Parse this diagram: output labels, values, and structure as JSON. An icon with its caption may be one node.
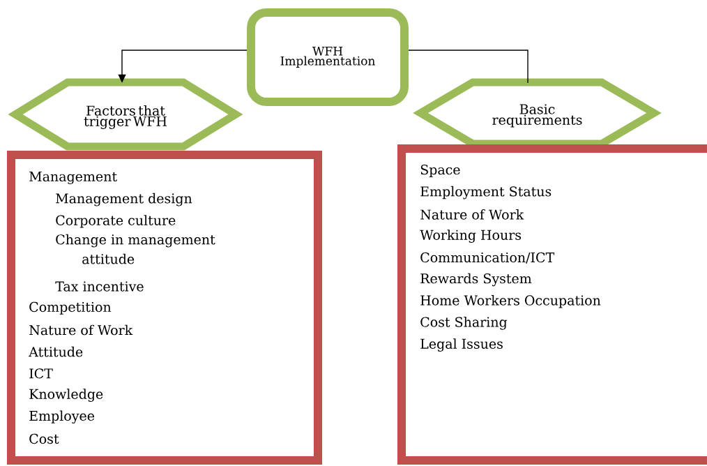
{
  "diagram": {
    "nodes": [
      {
        "text": [
          "WFH Implementation"
        ]
      },
      {
        "text": [
          "Factors that trigger WFH"
        ]
      },
      {
        "text": [
          "Basic requirements"
        ]
      },
      {
        "text": [
          "Management",
          "Management design",
          "Corporate culture",
          "Change in management attitude",
          "Tax incentive",
          "Competition",
          "Nature of Work",
          "Attitude",
          "ICT",
          "Knowledge",
          "Employee",
          "Cost"
        ]
      },
      {
        "text": [
          "Space",
          "Employment Status",
          "Nature of Work",
          "Working Hours",
          "Communication/ICT",
          "Rewards System",
          "Home Workers Occupation",
          "Cost Sharing",
          "Legal Issues"
        ]
      }
    ],
    "edges": [
      {
        "from": 0,
        "to": 1,
        "arrow": "to"
      },
      {
        "from": 0,
        "to": 2,
        "arrow": "none"
      }
    ]
  }
}
